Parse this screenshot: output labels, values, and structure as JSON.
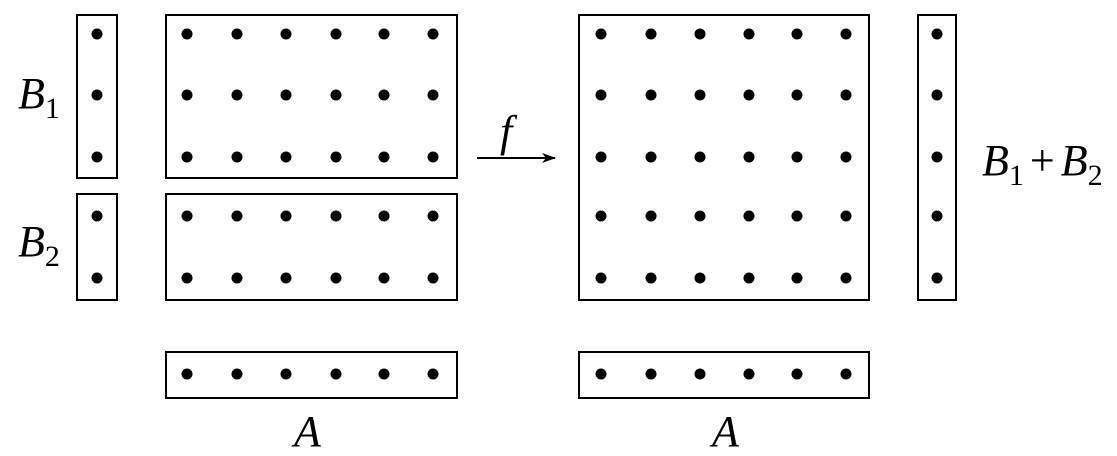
{
  "labels": {
    "b1_base": "B",
    "b1_sub": "1",
    "b2_base": "B",
    "b2_sub": "2",
    "f": "f",
    "a_left": "A",
    "a_right": "A",
    "sum_b1_base": "B",
    "sum_b1_sub": "1",
    "sum_plus": "+",
    "sum_b2_base": "B",
    "sum_b2_sub": "2"
  },
  "colors": {
    "stroke": "#000000",
    "dot": "#000000",
    "background": "#ffffff"
  }
}
